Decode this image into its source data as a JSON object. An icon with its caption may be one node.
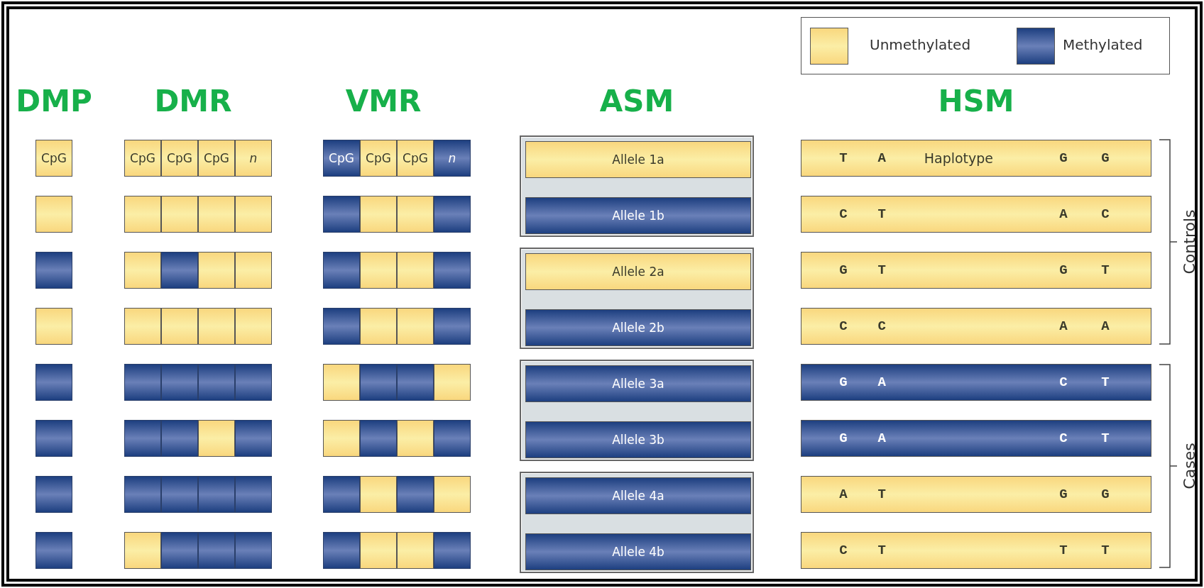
{
  "diagram": {
    "nodes": [
      {
        "text": [
          "CpG"
        ]
      },
      {
        "text": [],
        "shape": "box"
      },
      {
        "text": [],
        "shape": "box"
      },
      {
        "text": [],
        "shape": "box"
      },
      {
        "text": [],
        "shape": "box"
      },
      {
        "text": [],
        "shape": "box"
      },
      {
        "text": [],
        "shape": "box"
      },
      {
        "text": [],
        "shape": "box"
      },
      {
        "text": [
          "CpG"
        ]
      },
      {
        "text": [
          "CpG"
        ]
      },
      {
        "text": [
          "CpG"
        ]
      },
      {
        "text": [
          "n"
        ]
      },
      {
        "text": [],
        "shape": "box"
      },
      {
        "text": [],
        "shape": "box"
      },
      {
        "text": [],
        "shape": "box"
      },
      {
        "text": [],
        "shape": "box"
      },
      {
        "text": [],
        "shape": "box"
      },
      {
        "text": [],
        "shape": "box"
      },
      {
        "text": [],
        "shape": "box"
      },
      {
        "text": [],
        "shape": "box"
      },
      {
        "text": [],
        "shape": "box"
      },
      {
        "text": [],
        "shape": "box"
      },
      {
        "text": [],
        "shape": "box"
      },
      {
        "text": [],
        "shape": "box"
      },
      {
        "text": [],
        "shape": "box"
      },
      {
        "text": [],
        "shape": "box"
      },
      {
        "text": [],
        "shape": "box"
      },
      {
        "text": [],
        "shape": "box"
      },
      {
        "text": [],
        "shape": "box"
      },
      {
        "text": [],
        "shape": "box"
      },
      {
        "text": [],
        "shape": "box"
      },
      {
        "text": [],
        "shape": "box"
      },
      {
        "text": [],
        "shape": "box"
      },
      {
        "text": [],
        "shape": "box"
      },
      {
        "text": [],
        "shape": "box"
      },
      {
        "text": [],
        "shape": "box"
      },
      {
        "text": [],
        "shape": "box"
      },
      {
        "text": [],
        "shape": "box"
      },
      {
        "text": [],
        "shape": "box"
      },
      {
        "text": [],
        "shape": "box"
      },
      {
        "text": [
          "CpG"
        ]
      },
      {
        "text": [
          "CpG"
        ]
      },
      {
        "text": [
          "CpG"
        ]
      },
      {
        "text": [
          "n"
        ]
      },
      {
        "text": [],
        "shape": "box"
      },
      {
        "text": [],
        "shape": "box"
      },
      {
        "text": [],
        "shape": "box"
      },
      {
        "text": [],
        "shape": "box"
      },
      {
        "text": [],
        "shape": "box"
      },
      {
        "text": [],
        "shape": "box"
      },
      {
        "text": [],
        "shape": "box"
      },
      {
        "text": [],
        "shape": "box"
      },
      {
        "text": [],
        "shape": "box"
      },
      {
        "text": [],
        "shape": "box"
      },
      {
        "text": [],
        "shape": "box"
      },
      {
        "text": [],
        "shape": "box"
      },
      {
        "text": [],
        "shape": "box"
      },
      {
        "text": [],
        "shape": "box"
      },
      {
        "text": [],
        "shape": "box"
      },
      {
        "text": [],
        "shape": "box"
      },
      {
        "text": [],
        "shape": "box"
      },
      {
        "text": [],
        "shape": "box"
      },
      {
        "text": [],
        "shape": "box"
      },
      {
        "text": [],
        "shape": "box"
      },
      {
        "text": [],
        "shape": "box"
      },
      {
        "text": [],
        "shape": "box"
      },
      {
        "text": [],
        "shape": "box"
      },
      {
        "text": [],
        "shape": "box"
      },
      {
        "text": [],
        "shape": "box"
      },
      {
        "text": [],
        "shape": "box"
      },
      {
        "text": [],
        "shape": "box"
      },
      {
        "text": [],
        "shape": "box"
      },
      {
        "text": [],
        "shape": "box"
      },
      {
        "text": [
          "Allele 1a"
        ],
        "in": 72
      },
      {
        "text": [
          "Allele 1b"
        ],
        "in": 72
      },
      {
        "text": [],
        "shape": "box"
      },
      {
        "text": [
          "Allele 2a"
        ],
        "in": 75
      },
      {
        "text": [
          "Allele 2b"
        ],
        "in": 75
      },
      {
        "text": [],
        "shape": "box"
      },
      {
        "text": [
          "Allele 3a"
        ],
        "in": 78
      },
      {
        "text": [
          "Allele 3b"
        ],
        "in": 78
      },
      {
        "text": [],
        "shape": "box"
      },
      {
        "text": [
          "Allele 4a"
        ],
        "in": 81
      },
      {
        "text": [
          "Allele 4b"
        ],
        "in": 81
      },
      {
        "text": [
          "T",
          "A",
          "Haplotype",
          "G",
          "G"
        ]
      },
      {
        "text": [
          "C",
          "T",
          "A",
          "C"
        ]
      },
      {
        "text": [
          "G",
          "T",
          "G",
          "T"
        ]
      },
      {
        "text": [
          "C",
          "C",
          "A",
          "A"
        ]
      },
      {
        "text": [
          "G",
          "A",
          "C",
          "T"
        ]
      },
      {
        "text": [
          "G",
          "A",
          "C",
          "T"
        ]
      },
      {
        "text": [
          "A",
          "T",
          "G",
          "G"
        ]
      },
      {
        "text": [
          "C",
          "T",
          "T",
          "T"
        ]
      }
    ],
    "edges": [],
    "labels": [
      "DMP",
      "DMR",
      "VMR",
      "ASM",
      "HSM",
      "Controls",
      "Cases"
    ],
    "legend": [
      {
        "text": "Unmethylated",
        "color": "#f9d77e"
      },
      {
        "text": "Methylated",
        "color": "#1d3f80"
      }
    ]
  }
}
